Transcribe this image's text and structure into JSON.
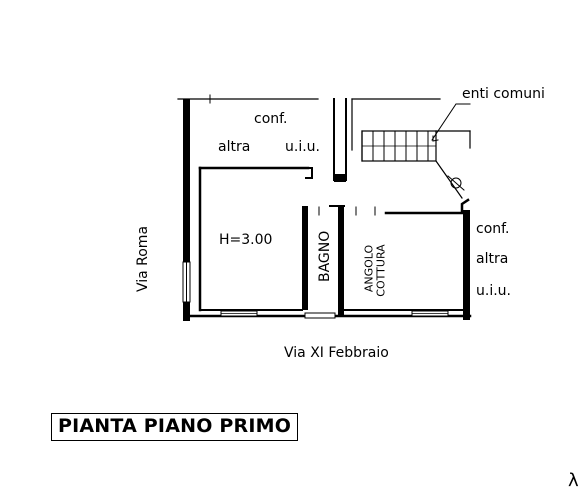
{
  "floor_plan": {
    "title": "PIANTA PIANO PRIMO",
    "street_labels": {
      "left": "Via Roma",
      "bottom": "Via XI Febbraio"
    },
    "rooms": {
      "main_room_height": "H=3.00",
      "bathroom": "BAGNO",
      "kitchen_line1": "ANGOLO",
      "kitchen_line2": "COTTURA"
    },
    "neighbor_top": {
      "line1": "conf.",
      "line2_a": "altra",
      "line2_b": "u.i.u."
    },
    "neighbor_right": {
      "line1": "conf.",
      "line2": "altra",
      "line3": "u.i.u."
    },
    "common_areas_label": "enti comuni",
    "corner_mark": "λ"
  }
}
